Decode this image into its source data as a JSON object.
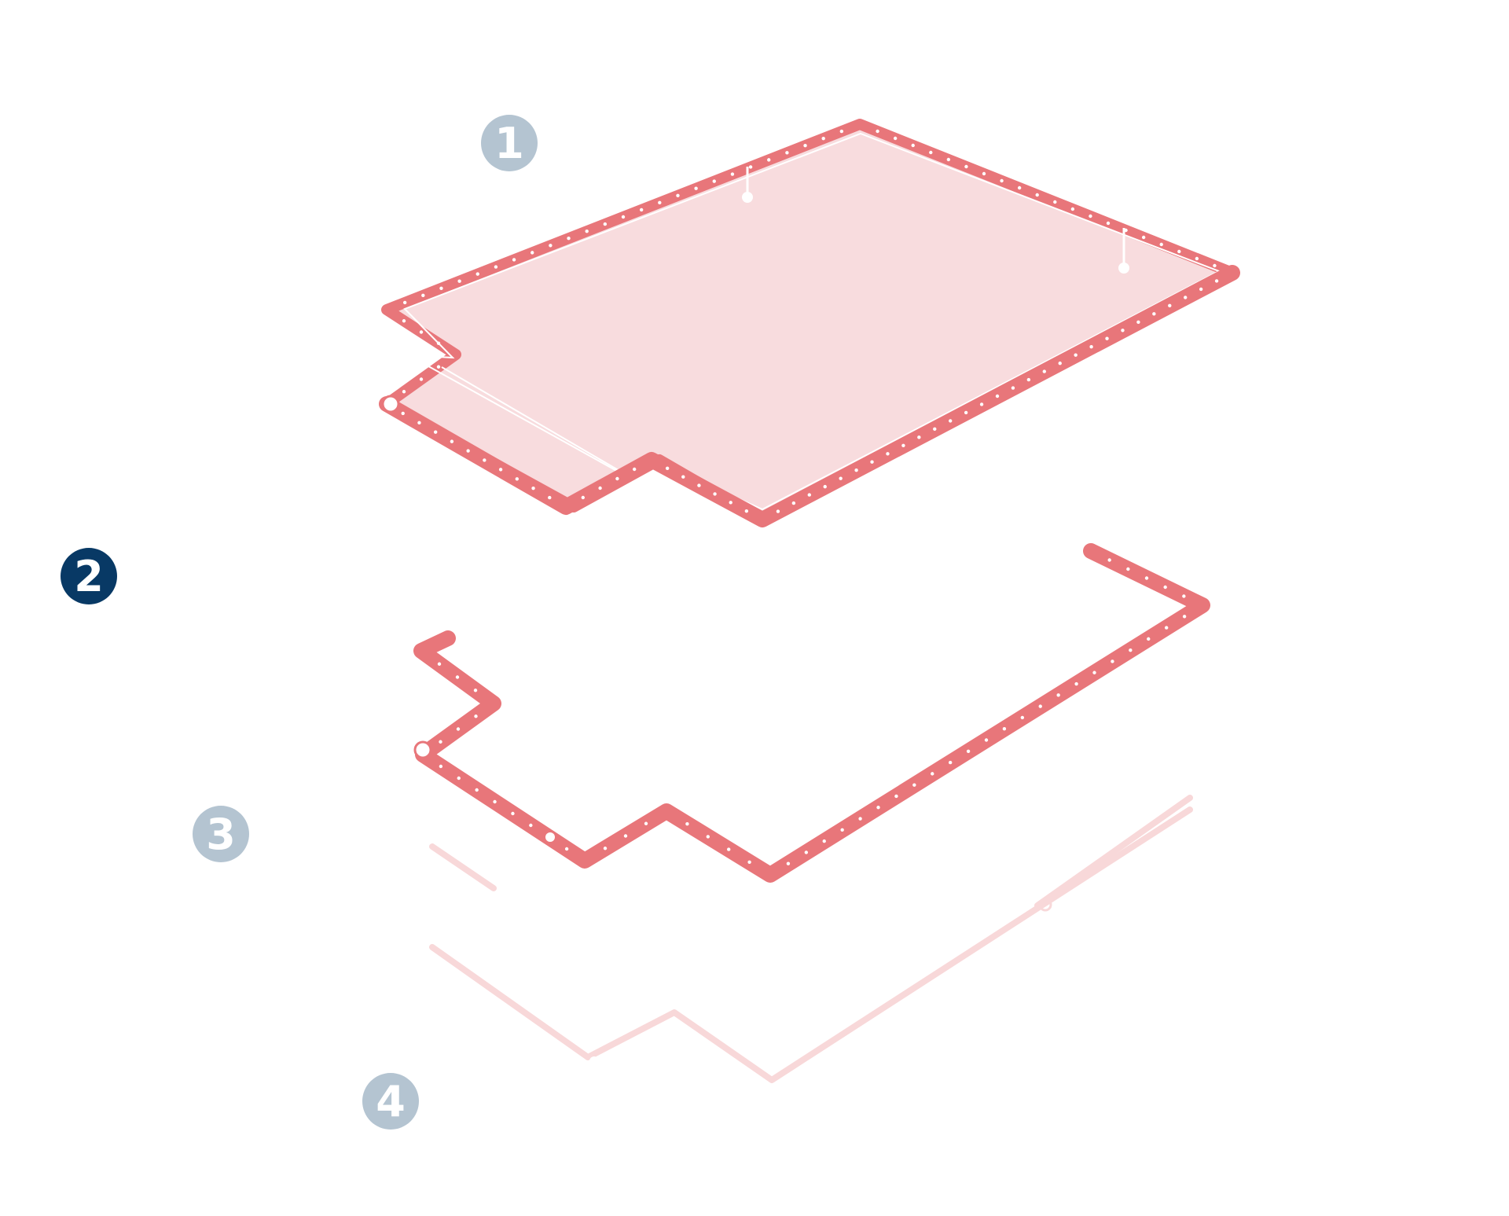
{
  "colors": {
    "page_background": "#ffffff",
    "layer_line": "#e8767a",
    "layer_fill": "#f8dcde",
    "layer_faded_line": "#f8d8d9",
    "layer_inner_line": "#ffffff",
    "dot": "#ffffff",
    "badge_inactive": "#b4c4d1",
    "badge_active": "#083965"
  },
  "steps": [
    {
      "label": "1",
      "state": "inactive",
      "color": "#b4c4d1"
    },
    {
      "label": "2",
      "state": "active",
      "color": "#083965"
    },
    {
      "label": "3",
      "state": "inactive",
      "color": "#b4c4d1"
    },
    {
      "label": "4",
      "state": "inactive",
      "color": "#b4c4d1"
    }
  ],
  "layers": [
    {
      "name": "top-board",
      "style": "filled"
    },
    {
      "name": "border-frame",
      "style": "solid"
    },
    {
      "name": "lower-frame-upper",
      "style": "faded"
    },
    {
      "name": "lower-frame-lower",
      "style": "faded"
    }
  ]
}
